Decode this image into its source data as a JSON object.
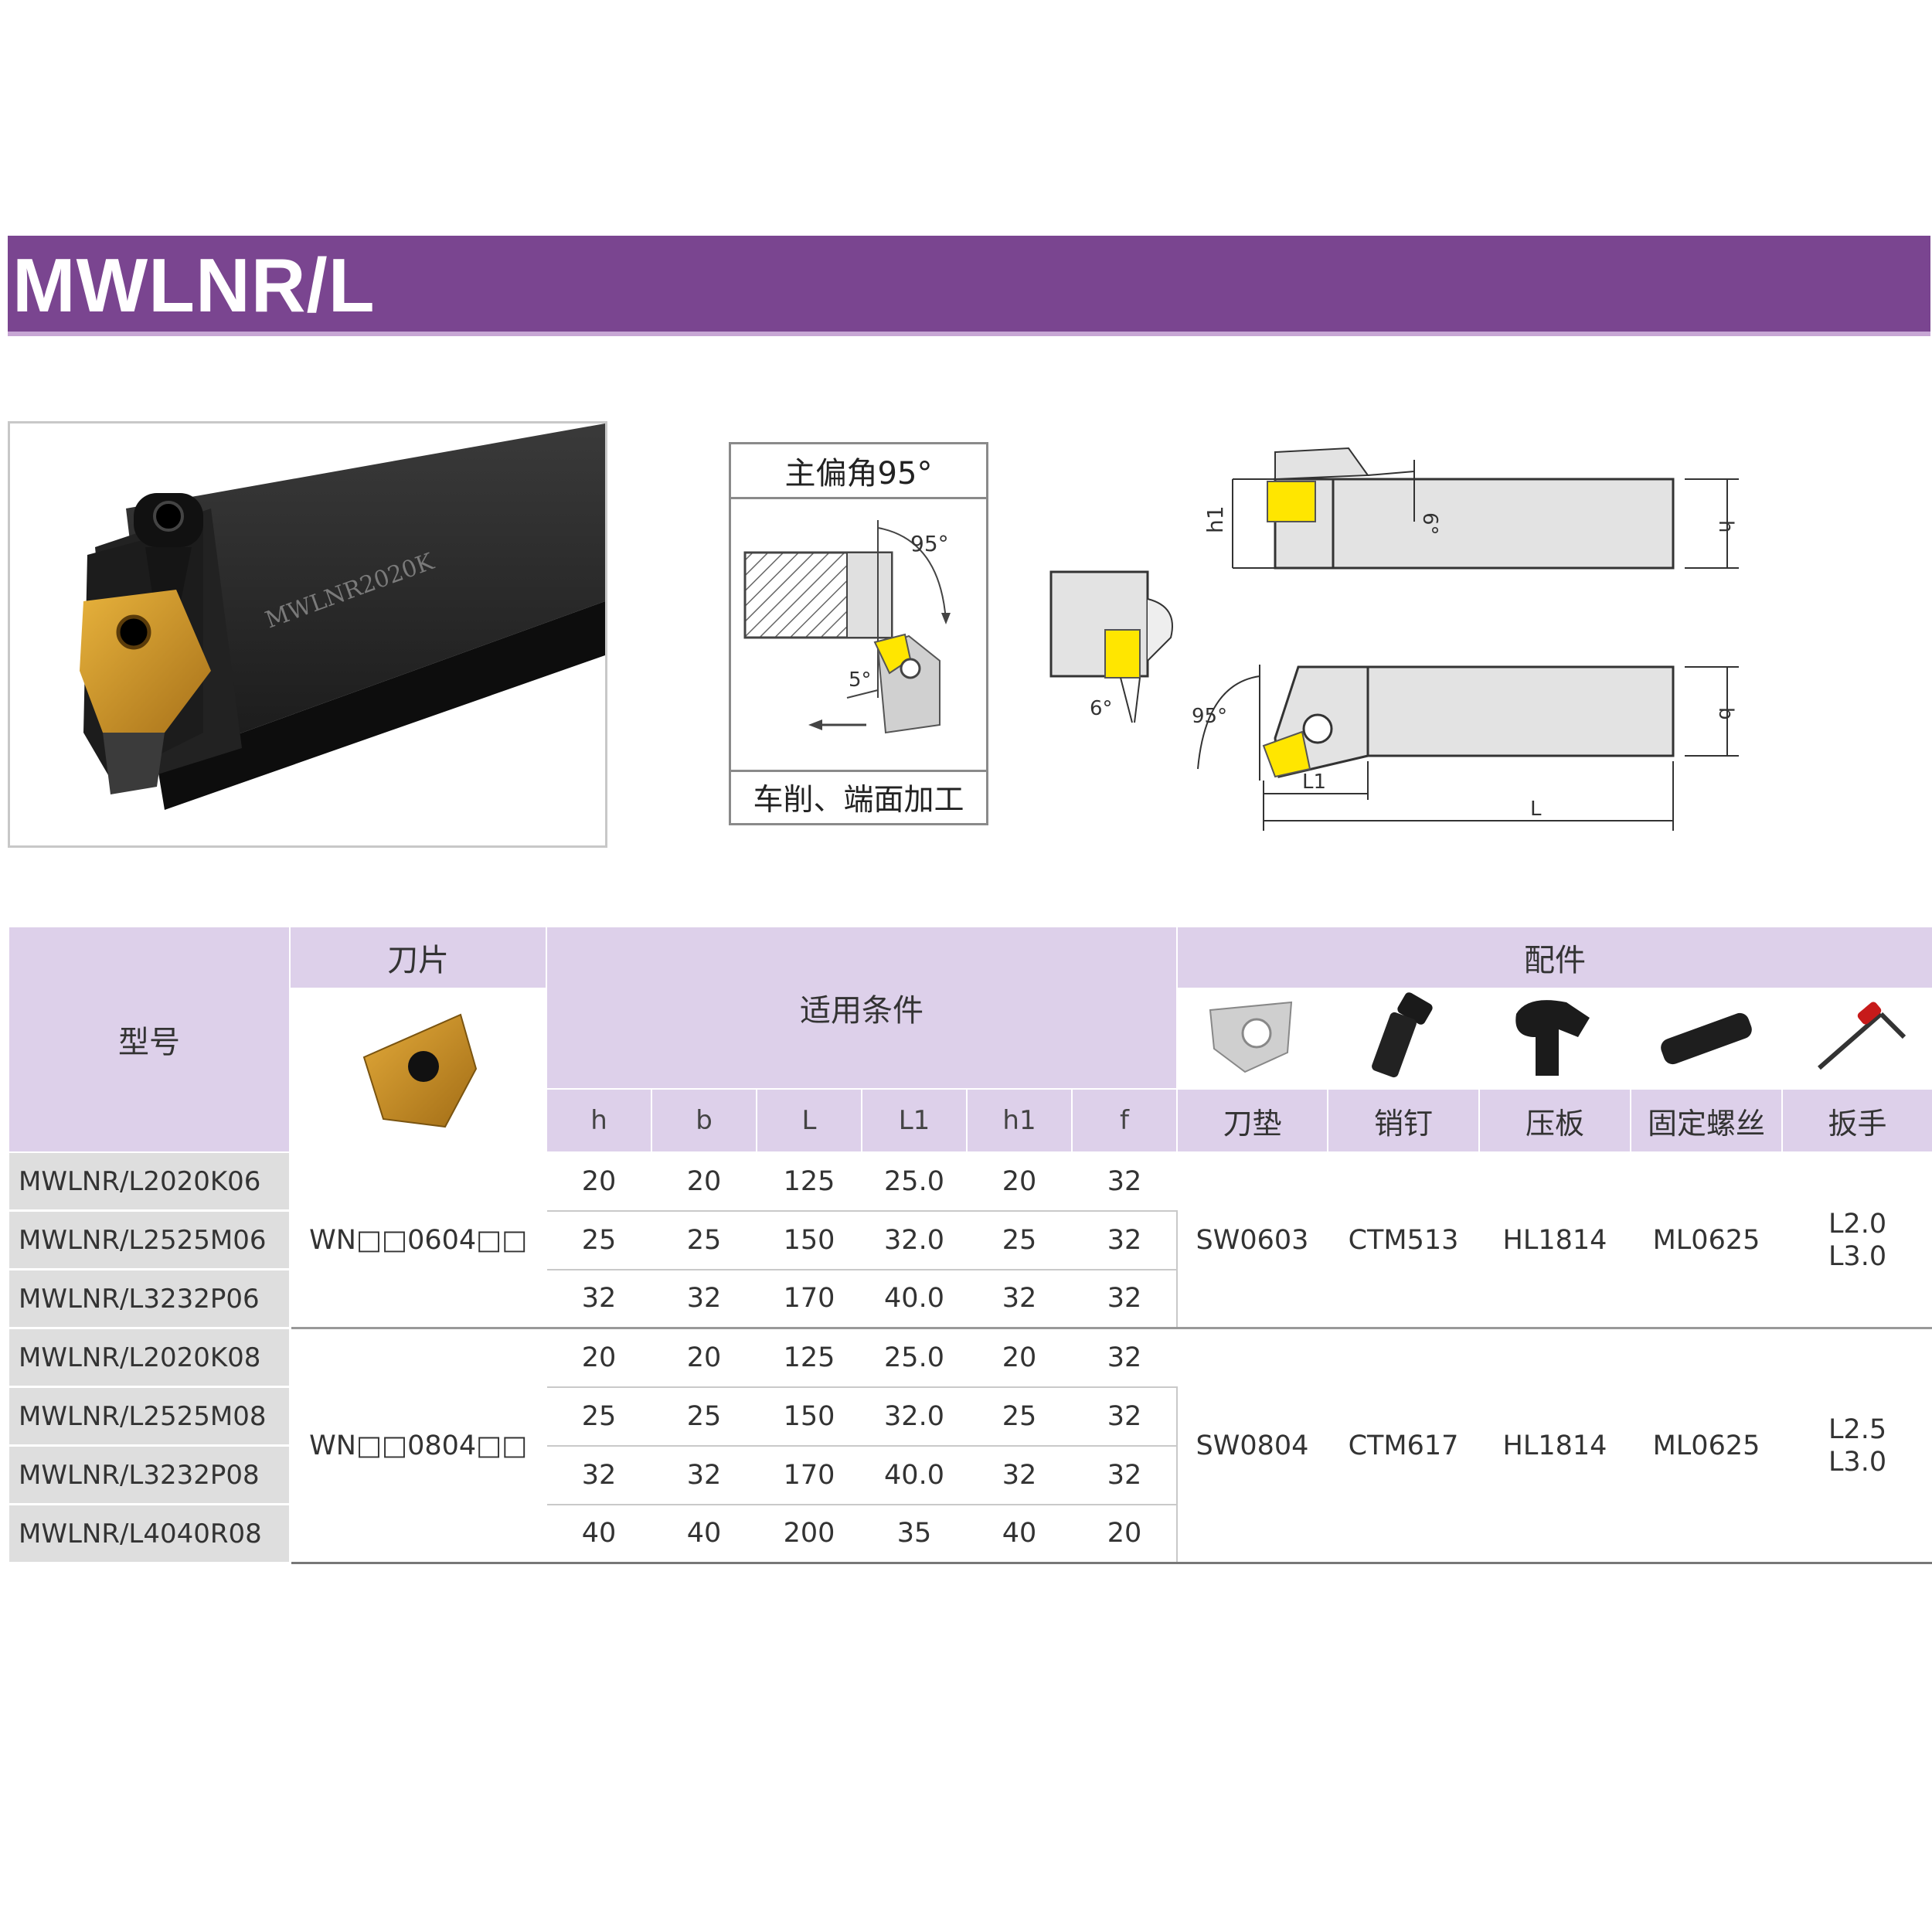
{
  "header": {
    "title": "MWLNR/L"
  },
  "photo": {
    "engraving": "MWLNR2020K"
  },
  "angle_box": {
    "title": "主偏角95°",
    "caption": "车削、端面加工",
    "angle_major": "95°",
    "angle_minor": "5°"
  },
  "dimension_drawing": {
    "labels": {
      "h1": "h1",
      "h": "h",
      "b": "b",
      "L1": "L1",
      "L": "L",
      "angle_top": "6°",
      "angle_side": "6°",
      "angle_lead": "95°"
    }
  },
  "table": {
    "header": {
      "model": "型号",
      "insert": "刀片",
      "conditions": "适用条件",
      "accessories": "配件",
      "dims": [
        "h",
        "b",
        "L",
        "L1",
        "h1",
        "f"
      ],
      "accessory_names": [
        "刀垫",
        "销钉",
        "压板",
        "固定螺丝",
        "扳手"
      ]
    },
    "groups": [
      {
        "insert": "WN□□0604□□",
        "shim": "SW0603",
        "pin": "CTM513",
        "clamp": "HL1814",
        "screw": "ML0625",
        "wrench": [
          "L2.0",
          "L3.0"
        ],
        "rows": [
          {
            "model": "MWLNR/L2020K06",
            "h": "20",
            "b": "20",
            "L": "125",
            "L1": "25.0",
            "h1": "20",
            "f": "32"
          },
          {
            "model": "MWLNR/L2525M06",
            "h": "25",
            "b": "25",
            "L": "150",
            "L1": "32.0",
            "h1": "25",
            "f": "32"
          },
          {
            "model": "MWLNR/L3232P06",
            "h": "32",
            "b": "32",
            "L": "170",
            "L1": "40.0",
            "h1": "32",
            "f": "32"
          }
        ]
      },
      {
        "insert": "WN□□0804□□",
        "shim": "SW0804",
        "pin": "CTM617",
        "clamp": "HL1814",
        "screw": "ML0625",
        "wrench": [
          "L2.5",
          "L3.0"
        ],
        "rows": [
          {
            "model": "MWLNR/L2020K08",
            "h": "20",
            "b": "20",
            "L": "125",
            "L1": "25.0",
            "h1": "20",
            "f": "32"
          },
          {
            "model": "MWLNR/L2525M08",
            "h": "25",
            "b": "25",
            "L": "150",
            "L1": "32.0",
            "h1": "25",
            "f": "32"
          },
          {
            "model": "MWLNR/L3232P08",
            "h": "32",
            "b": "32",
            "L": "170",
            "L1": "40.0",
            "h1": "32",
            "f": "32"
          },
          {
            "model": "MWLNR/L4040R08",
            "h": "40",
            "b": "40",
            "L": "200",
            "L1": "35",
            "h1": "40",
            "f": "20"
          }
        ]
      }
    ]
  },
  "colors": {
    "title_bar": "#7a4590",
    "header_bg": "#ddd0ea",
    "model_bg": "#dedede",
    "insert_gold": "#c8901c",
    "insert_yellow": "#ffe600"
  }
}
